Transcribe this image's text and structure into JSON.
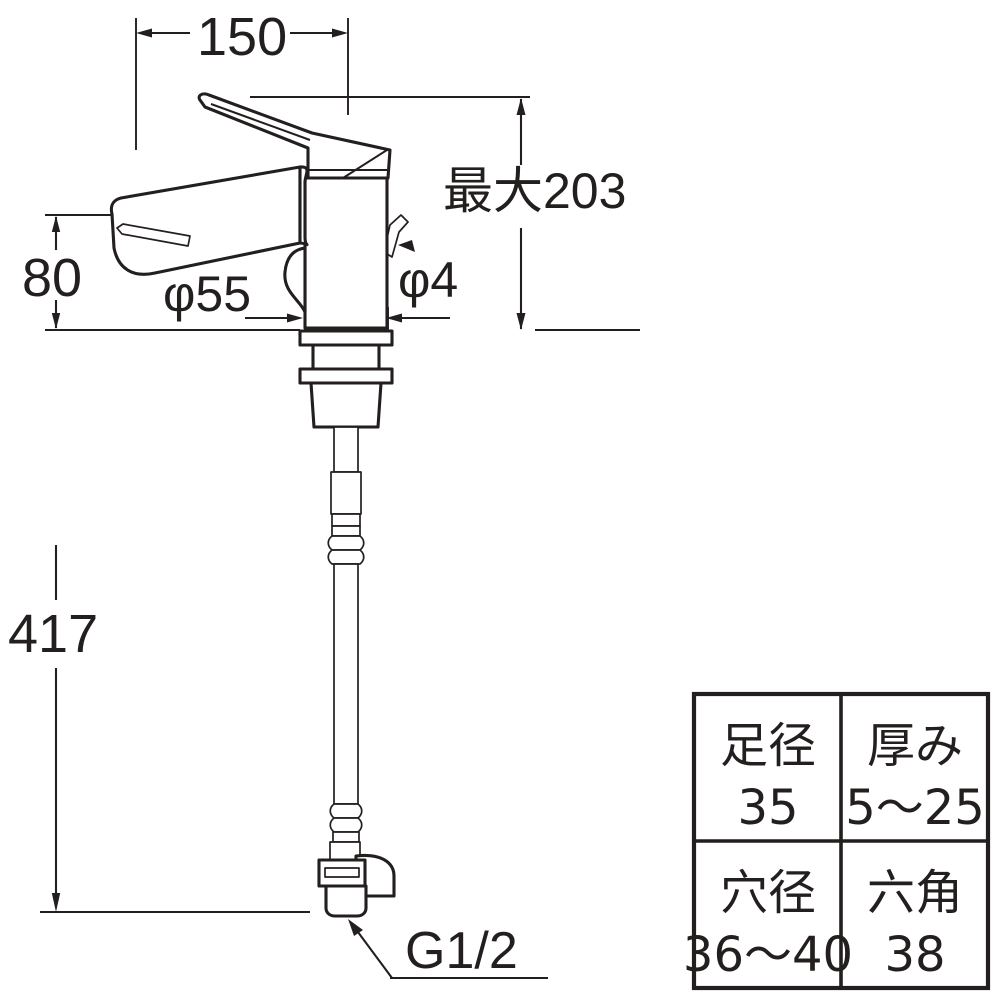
{
  "drawing": {
    "title": "single-lever basin faucet dimension drawing",
    "line_color": "#231f1e",
    "background_color": "#ffffff"
  },
  "dimensions": {
    "spout_reach": {
      "label": "150",
      "name": "horizontal-reach"
    },
    "max_height": {
      "label": "最大203",
      "name": "max-height"
    },
    "spout_height": {
      "label": "80",
      "name": "spout-height"
    },
    "base_diameter": {
      "label": "φ55",
      "name": "base-diameter"
    },
    "small_diameter": {
      "label": "φ4",
      "name": "aerator-pin-diameter"
    },
    "total_length": {
      "label": "417",
      "name": "overall-length"
    },
    "thread_callout": {
      "label": "G1/2",
      "name": "inlet-thread-size"
    }
  },
  "spec_table": {
    "rows": [
      {
        "cells": [
          {
            "header": "足径",
            "value": "35"
          },
          {
            "header": "厚み",
            "value": "5〜25"
          }
        ]
      },
      {
        "cells": [
          {
            "header": "穴径",
            "value": "36〜40"
          },
          {
            "header": "六角",
            "value": "38"
          }
        ]
      }
    ]
  }
}
